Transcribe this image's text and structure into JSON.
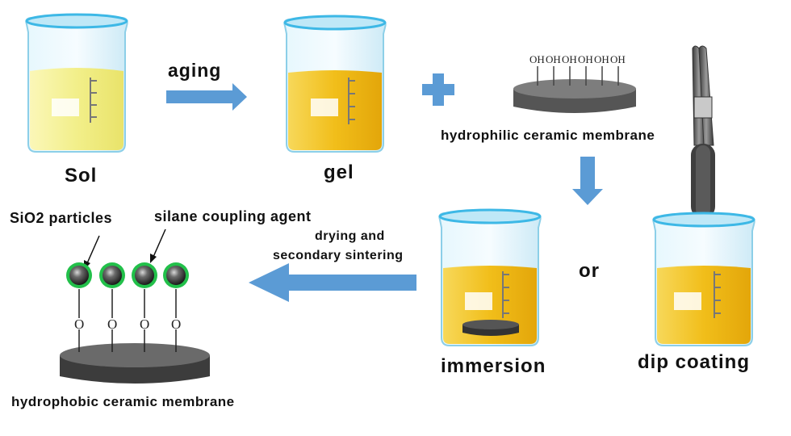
{
  "labels": {
    "sol": "Sol",
    "aging": "aging",
    "gel": "gel",
    "hydrophilic": "hydrophilic ceramic membrane",
    "oh_groups": [
      "OH",
      "OH",
      "OH",
      "OH",
      "OH",
      "OH"
    ],
    "sio2": "SiO2 particles",
    "silane": "silane coupling agent",
    "drying_line1": "drying and",
    "drying_line2": "secondary sintering",
    "or": "or",
    "immersion": "immersion",
    "dip_coating": "dip coating",
    "hydrophobic": "hydrophobic ceramic membrane",
    "o_links": [
      "O",
      "O",
      "O",
      "O"
    ]
  },
  "colors": {
    "arrow": "#5b9bd5",
    "sol_liquid": "#f6f29a",
    "gel_liquid": "#f3c21f",
    "membrane": "#5a5a5a",
    "particle_ring": "#22c04a",
    "particle_core": "#2a2a2a",
    "beaker_glass": "#d7f1fb",
    "beaker_rim": "#3db8e6"
  }
}
